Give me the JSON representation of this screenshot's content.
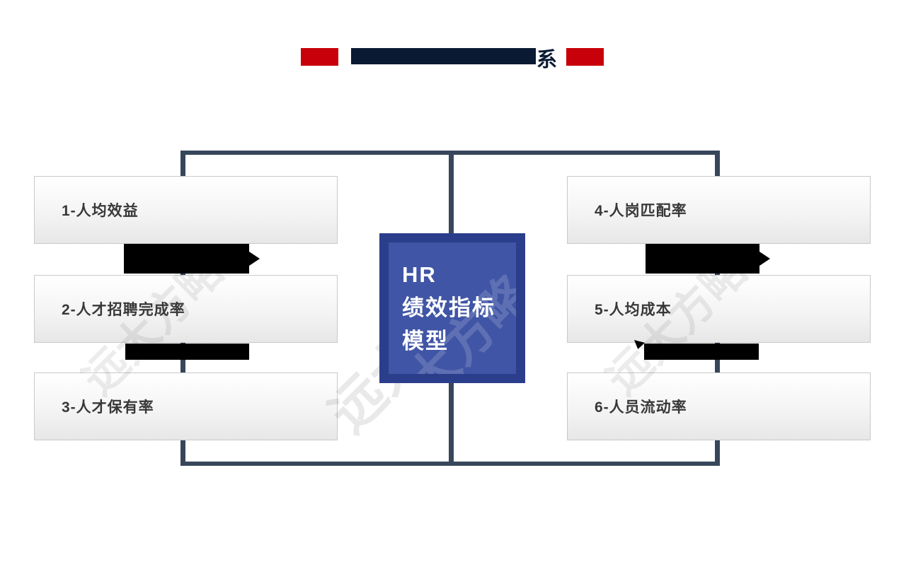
{
  "title": {
    "visible_suffix": "系",
    "accent_color": "#c80009",
    "text_color": "#0a1a33",
    "redacted": true
  },
  "center_box": {
    "lines": [
      "HR",
      "绩效指标",
      "模型"
    ],
    "fill_color": "#4055a5",
    "border_color": "#2b3e8b"
  },
  "left_items": [
    {
      "label": "1-人均效益"
    },
    {
      "label": "2-人才招聘完成率"
    },
    {
      "label": "3-人才保有率"
    }
  ],
  "right_items": [
    {
      "label": "4-人岗匹配率"
    },
    {
      "label": "5-人均成本"
    },
    {
      "label": "6-人员流动率"
    }
  ],
  "watermark": {
    "text": "远大方略"
  },
  "colors": {
    "frame": "#37465a",
    "box_text": "#383838"
  }
}
